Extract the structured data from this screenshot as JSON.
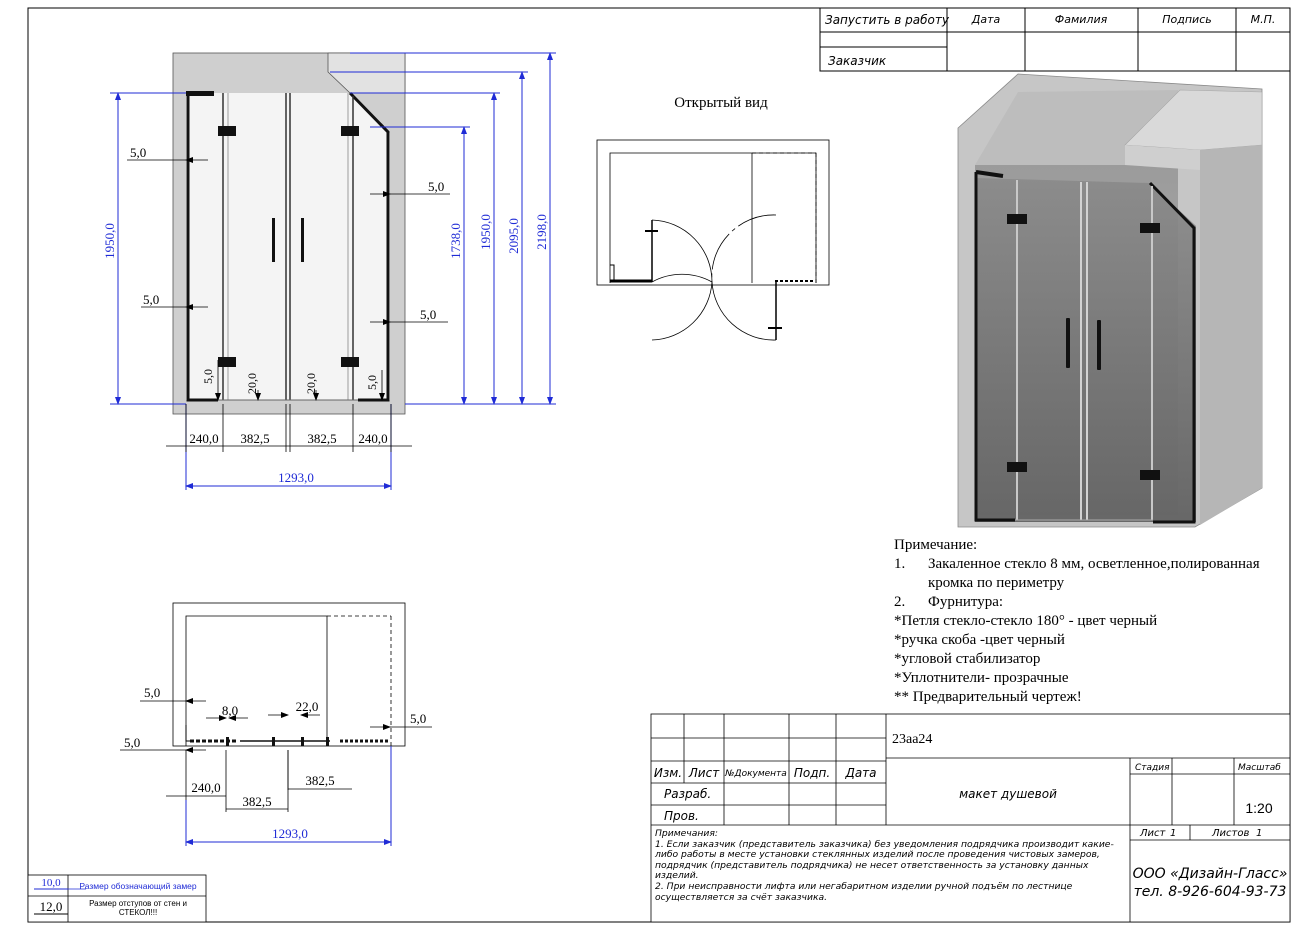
{
  "approval": {
    "launch_label": "Запустить в работу",
    "date_label": "Дата",
    "surname_label": "Фамилия",
    "signature_label": "Подпись",
    "stamp_label": "М.П.",
    "customer_label": "Заказчик"
  },
  "open_view_title": "Открытый вид",
  "front_dims": {
    "left_top": "5,0",
    "left_bottom": "5,0",
    "right_top": "5,0",
    "right_bottom": "5,0",
    "h_1950_left": "1950,0",
    "h_1738": "1738,0",
    "h_1950": "1950,0",
    "h_2095": "2095,0",
    "h_2198": "2198,0",
    "gap_left": "5,0",
    "gap_right": "5,0",
    "bottom_left": "20,0",
    "bottom_right": "20,0",
    "w_240_left": "240,0",
    "w_382_left": "382,5",
    "w_382_right": "382,5",
    "w_240_right": "240,0",
    "w_total": "1293,0"
  },
  "plan_dims": {
    "left_upper": "5,0",
    "left_lower": "5,0",
    "d8": "8,0",
    "d22": "22,0",
    "right": "5,0",
    "w240": "240,0",
    "w382a": "382,5",
    "w382b": "382,5",
    "w_total": "1293,0"
  },
  "notes": {
    "title": "Примечание:",
    "item1_num": "1.",
    "item1_a": "Закаленное стекло 8 мм, осветленное,полированная",
    "item1_b": "кромка по периметру",
    "item2_num": "2.",
    "item2": "Фурнитура:",
    "line3": "*Петля стекло-стекло 180° - цвет черный",
    "line4": "*ручка скоба -цвет черный",
    "line5": "*угловой стабилизатор",
    "line6": "*Уплотнители- прозрачные",
    "line7": "** Предварительный чертеж!"
  },
  "title_block": {
    "order": "23аа24",
    "col_izm": "Изм.",
    "col_list": "Лист",
    "col_doc": "№Документа",
    "col_podp": "Подп.",
    "col_date": "Дата",
    "row_razrab": "Разраб.",
    "row_prov": "Пров.",
    "doc_title": "макет душевой",
    "stage_label": "Стадия",
    "scale_label": "Масштаб",
    "scale_value": "1:20",
    "sheet_label": "Лист",
    "sheet_value": "1",
    "sheets_label": "Листов",
    "sheets_value": "1",
    "notes_title": "Примечания:",
    "note1": "1. Если заказчик (представитель заказчика) без уведомления подрядчика производит какие-либо работы в месте установки стеклянных изделий после проведения чистовых замеров, подрядчик (представитель подрядчика) не несет ответственность за установку данных изделий.",
    "note2": "2. При неисправности лифта или негабаритном изделии ручной подъём по лестнице осуществляется за счёт заказчика.",
    "company": "ООО «Дизайн-Гласс»",
    "phone": "тел. 8-926-604-93-73"
  },
  "legend": {
    "blue_value": "10,0",
    "blue_text": "Размер обозначающий замер",
    "black_value": "12,0",
    "black_text_a": "Размер отступов от стен и",
    "black_text_b": "СТЕКОЛ!!!"
  },
  "colors": {
    "measure_blue": "#1f2bd6",
    "wall_gray": "#c8c8c8",
    "glass_dark": "#6e6e6e",
    "fitting_black": "#111111"
  }
}
